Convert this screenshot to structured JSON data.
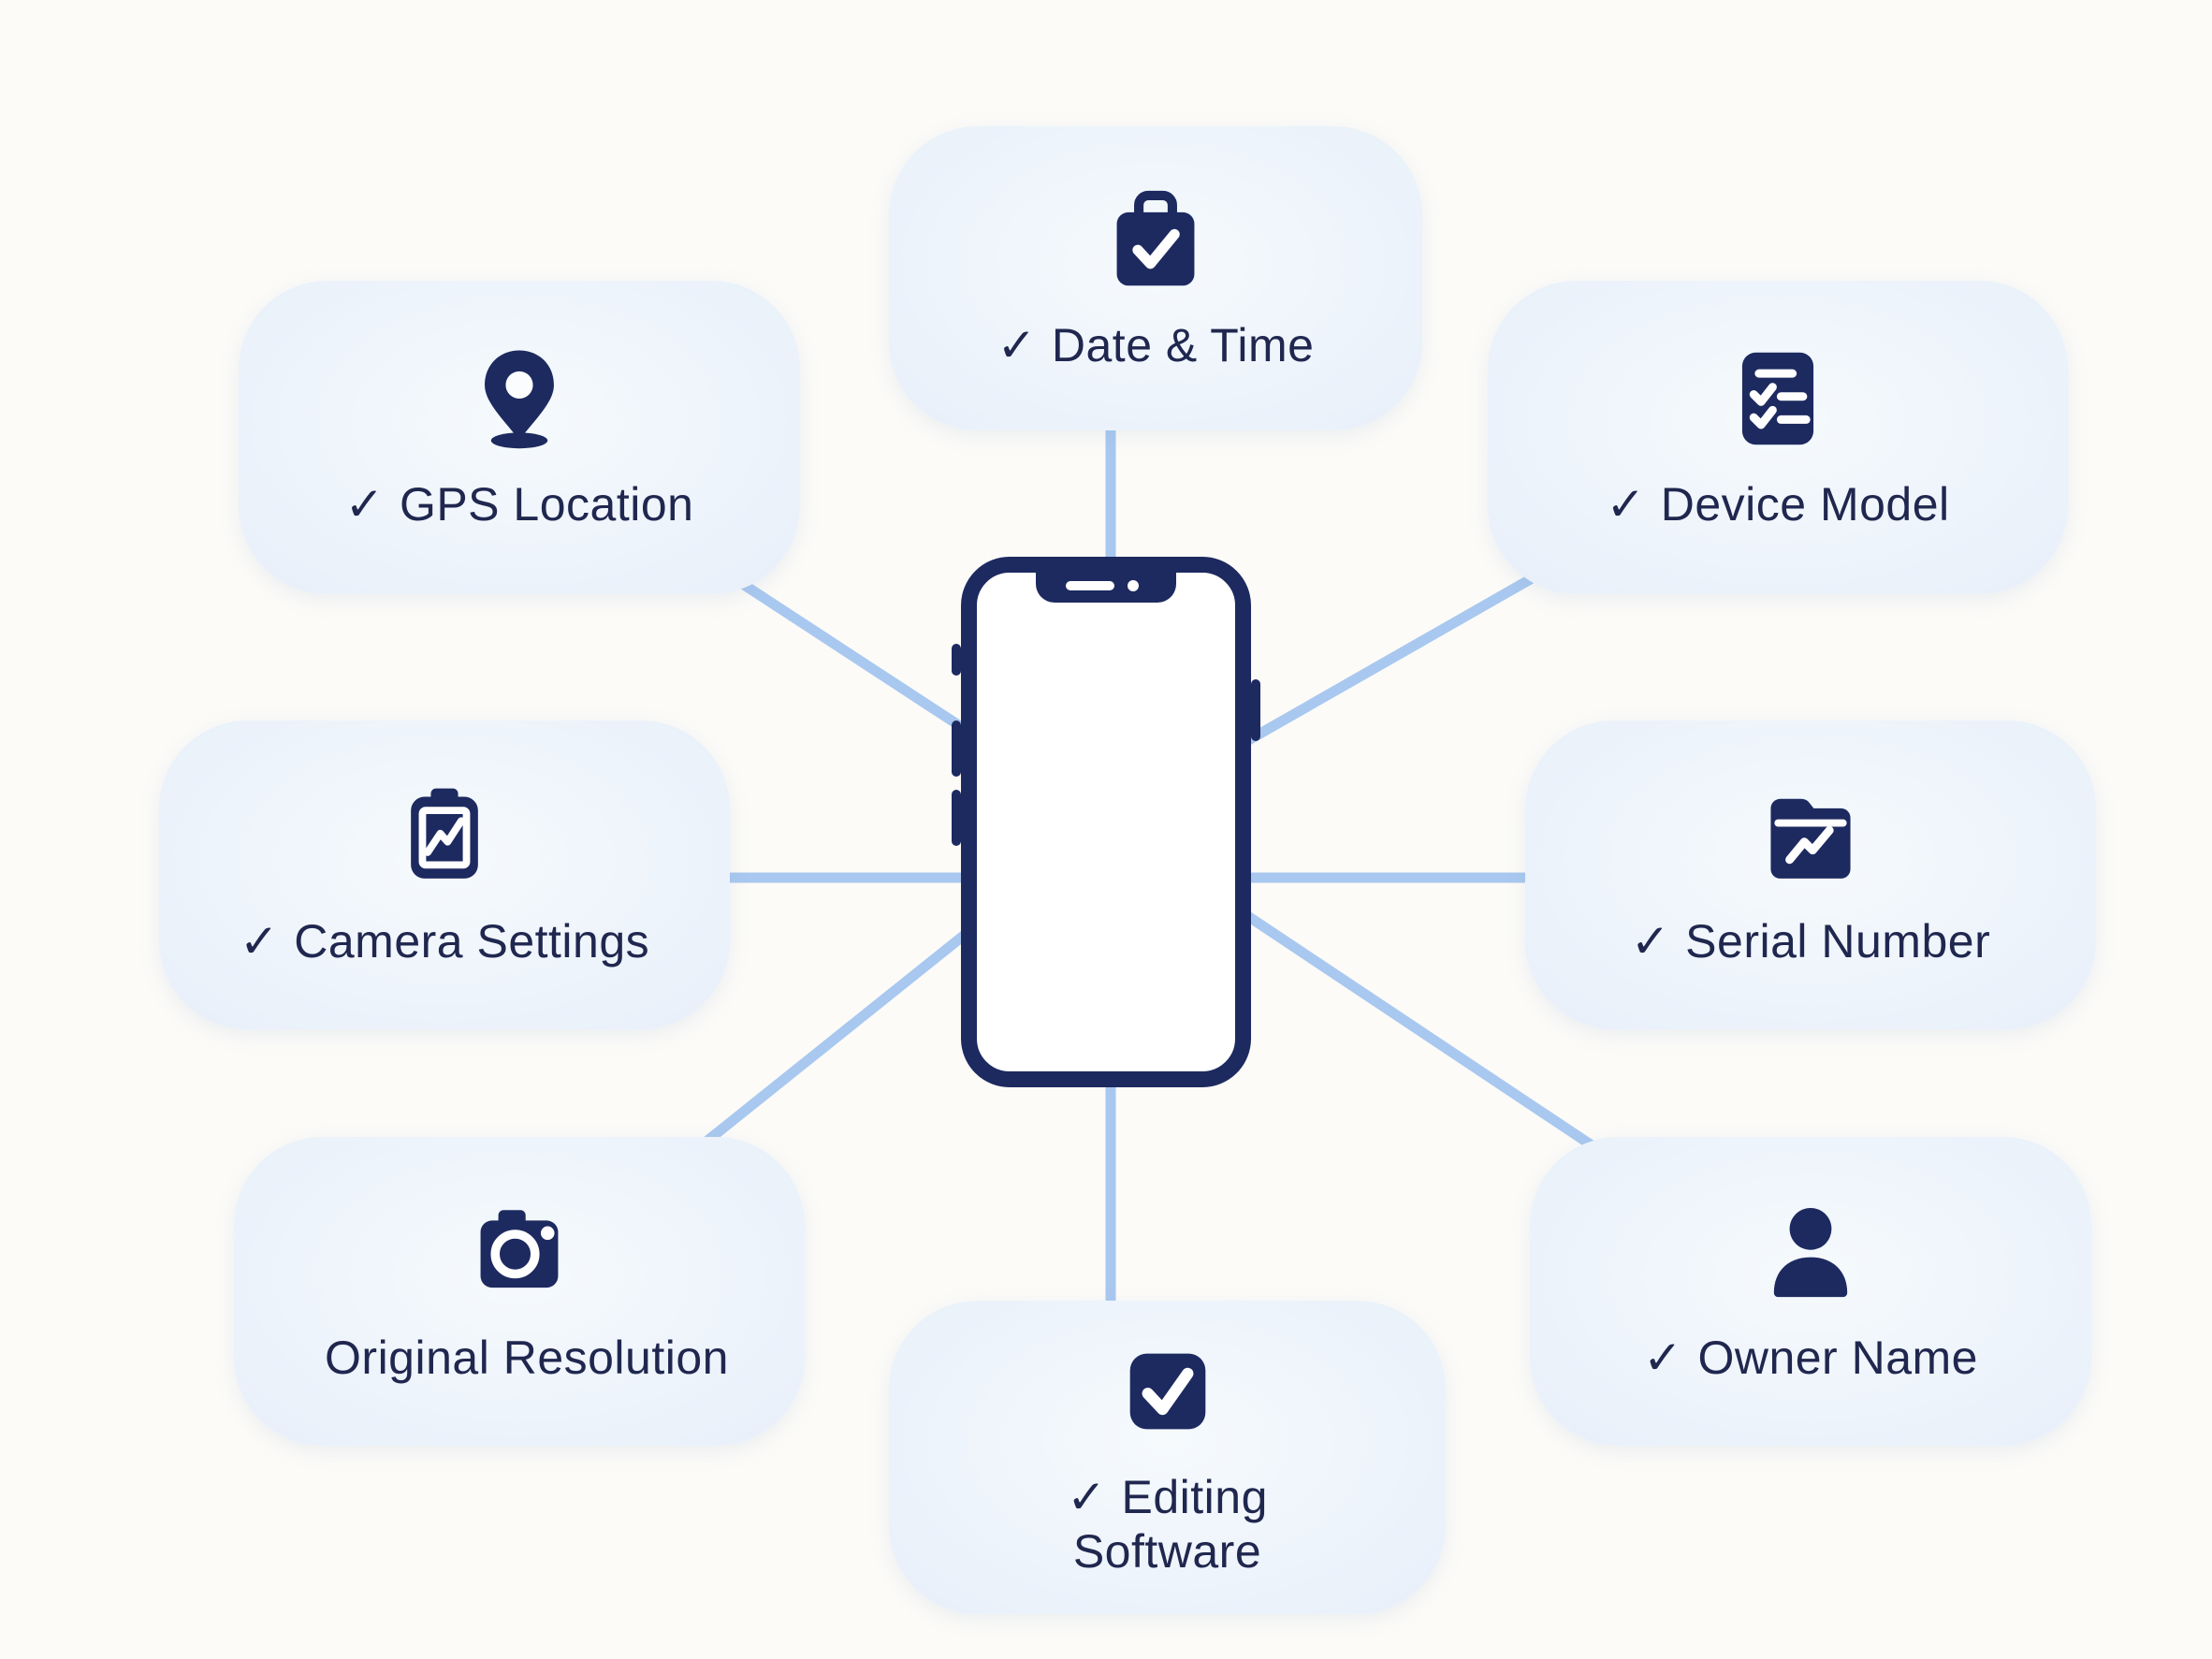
{
  "diagram": {
    "center_node": {
      "id": "smartphone",
      "description": "smartphone outline with notch"
    },
    "nodes": [
      {
        "id": "date-time",
        "check": "✓",
        "label": "Date & Time",
        "icon": "briefcase-check-icon",
        "position": "top"
      },
      {
        "id": "gps-location",
        "check": "✓",
        "label": "GPS Location",
        "icon": "map-pin-icon",
        "position": "top-left"
      },
      {
        "id": "device-model",
        "check": "✓",
        "label": "Device Model",
        "icon": "checklist-icon",
        "position": "top-right"
      },
      {
        "id": "camera-settings",
        "check": "✓",
        "label": "Camera Settings",
        "icon": "clipboard-chart-icon",
        "position": "left"
      },
      {
        "id": "serial-number",
        "check": "✓",
        "label": "Serial Number",
        "icon": "folder-chart-icon",
        "position": "right"
      },
      {
        "id": "original-resolution",
        "check": "",
        "label": "Original Resolution",
        "icon": "camera-icon",
        "position": "bottom-left"
      },
      {
        "id": "editing-software",
        "check": "✓",
        "label": "Editing Software",
        "icon": "checkbox-check-icon",
        "position": "bottom"
      },
      {
        "id": "owner-name",
        "check": "✓",
        "label": "Owner Name",
        "icon": "user-icon",
        "position": "bottom-right"
      }
    ],
    "colors": {
      "icon_navy": "#1d2a60",
      "text_navy": "#20274f",
      "card_background": "#e7effa",
      "connector_blue": "#a9c8ef",
      "page_background": "#fcfbf8"
    }
  }
}
